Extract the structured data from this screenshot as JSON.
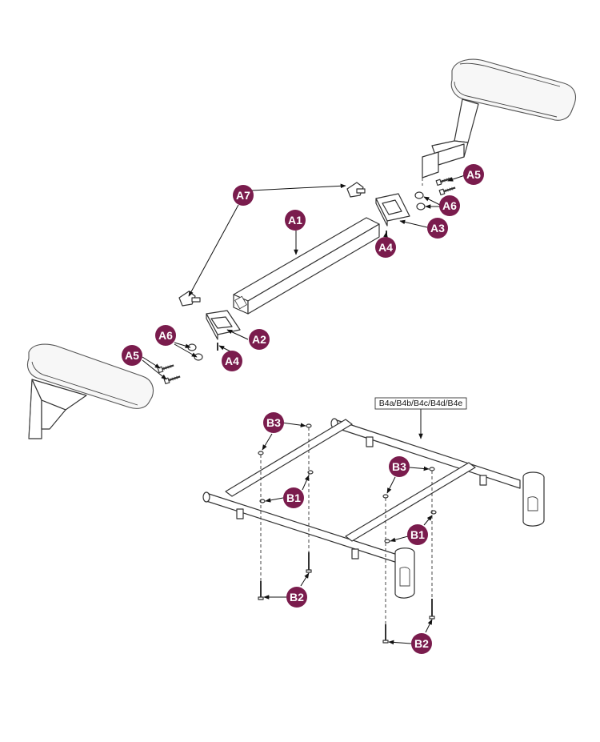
{
  "colors": {
    "callout_fill": "#7a1c4d",
    "callout_text": "#ffffff",
    "line": "#333333",
    "background": "#ffffff"
  },
  "callouts": {
    "a1": "A1",
    "a2": "A2",
    "a3": "A3",
    "a4": "A4",
    "a5": "A5",
    "a6": "A6",
    "a7": "A7",
    "b1": "B1",
    "b2": "B2",
    "b3": "B3"
  },
  "frame_label": "B4a/B4b/B4c/B4d/B4e"
}
